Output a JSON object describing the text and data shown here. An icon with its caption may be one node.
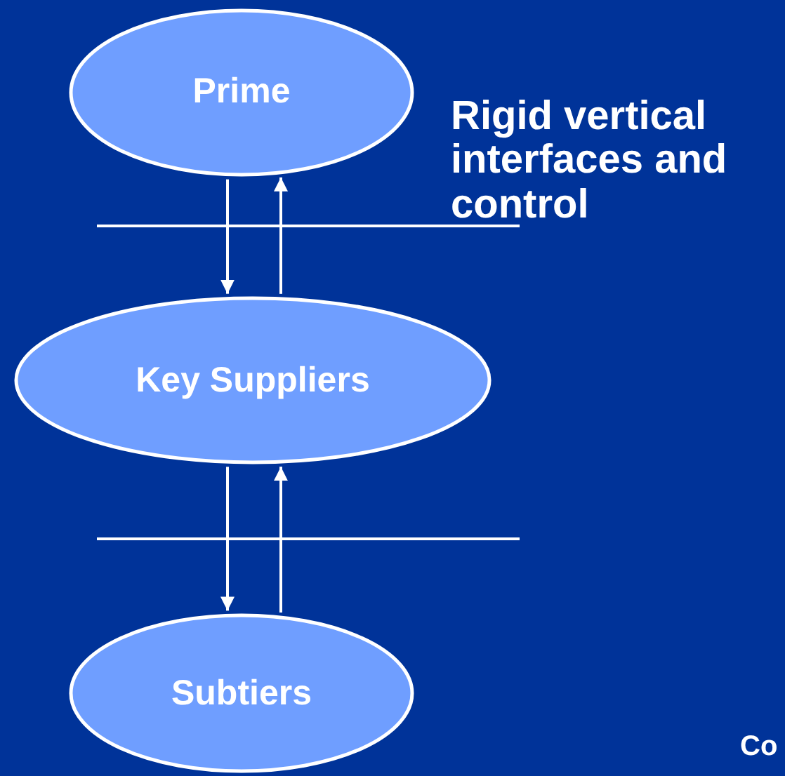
{
  "diagram": {
    "nodes": [
      {
        "text": [
          "Prime"
        ]
      },
      {
        "text": [
          "Key Suppliers"
        ]
      },
      {
        "text": [
          "Subtiers"
        ]
      }
    ],
    "edges": [
      {
        "from": 0,
        "to": 1,
        "arrow": "to"
      },
      {
        "from": 1,
        "to": 0,
        "arrow": "to"
      },
      {
        "from": 1,
        "to": 2,
        "arrow": "to"
      },
      {
        "from": 2,
        "to": 1,
        "arrow": "to"
      }
    ],
    "labels": [
      "Rigid vertical interfaces and control",
      "Co"
    ]
  }
}
